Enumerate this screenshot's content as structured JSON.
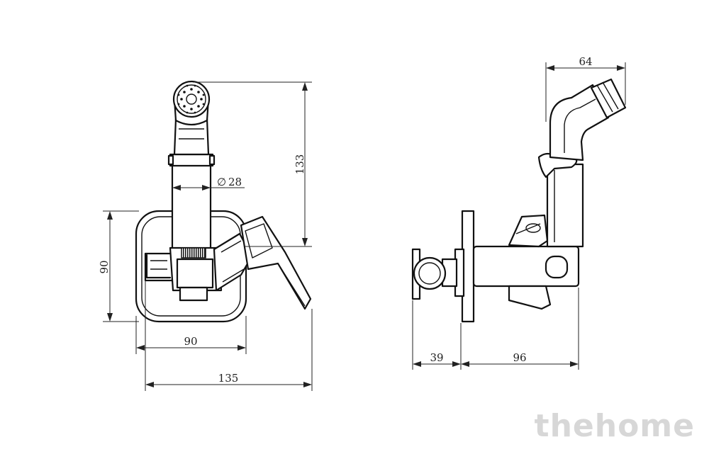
{
  "dimensions": {
    "spray_width": "64",
    "height_133": "133",
    "diameter": "28",
    "diameter_symbol": "∅",
    "plate_height": "90",
    "plate_width": "90",
    "overall_width": "135",
    "depth_39": "39",
    "depth_96": "96"
  },
  "watermark": "thehome"
}
